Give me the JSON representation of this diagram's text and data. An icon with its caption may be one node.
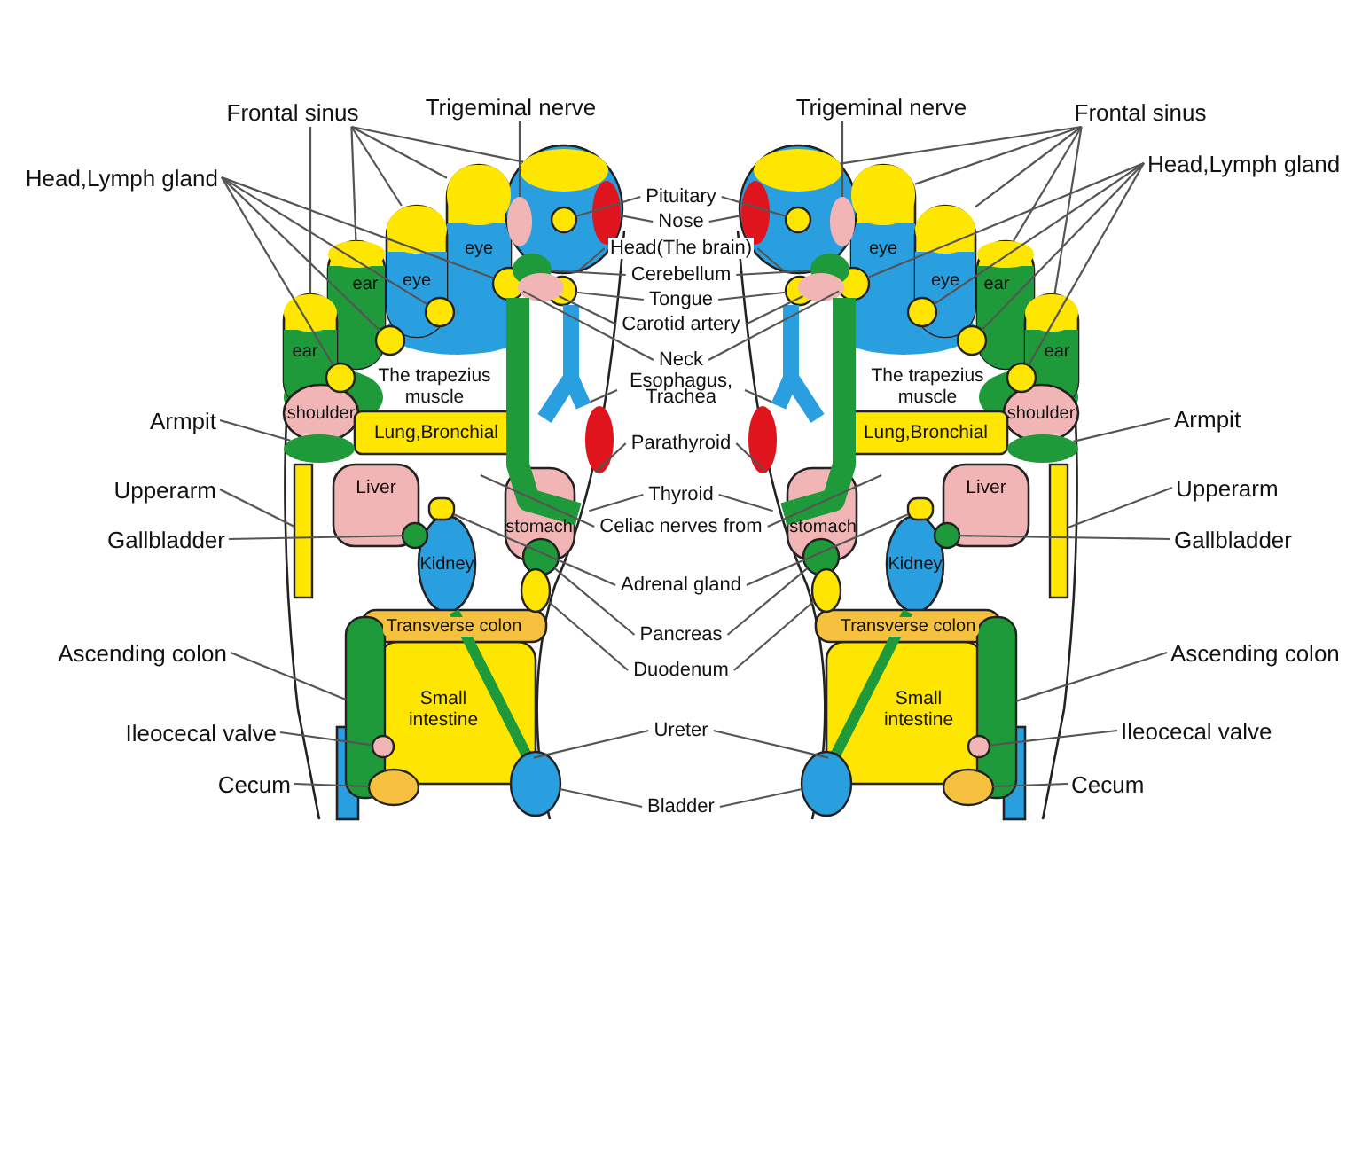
{
  "diagram": {
    "nodes": [
      {
        "text": [
          "Frontal sinus"
        ]
      },
      {
        "text": [
          "Trigeminal nerve"
        ]
      },
      {
        "text": [
          "Trigeminal nerve"
        ]
      },
      {
        "text": [
          "Frontal sinus"
        ]
      },
      {
        "text": [
          "Head,Lymph gland"
        ]
      },
      {
        "text": [
          "Head,Lymph gland"
        ]
      },
      {
        "text": [
          "Pituitary"
        ]
      },
      {
        "text": [
          "Nose"
        ]
      },
      {
        "text": [
          "Head(The brain)"
        ]
      },
      {
        "text": [
          "Cerebellum"
        ]
      },
      {
        "text": [
          "Tongue"
        ]
      },
      {
        "text": [
          "Carotid artery"
        ]
      },
      {
        "text": [
          "Neck"
        ]
      },
      {
        "text": [
          "Esophagus, Trachea"
        ]
      },
      {
        "text": [
          "Parathyroid"
        ]
      },
      {
        "text": [
          "Thyroid"
        ]
      },
      {
        "text": [
          "Celiac nerves from"
        ]
      },
      {
        "text": [
          "Adrenal gland"
        ]
      },
      {
        "text": [
          "Pancreas"
        ]
      },
      {
        "text": [
          "Duodenum"
        ]
      },
      {
        "text": [
          "Ureter"
        ]
      },
      {
        "text": [
          "Bladder"
        ]
      },
      {
        "text": [
          "Armpit"
        ]
      },
      {
        "text": [
          "Upperarm"
        ]
      },
      {
        "text": [
          "Gallbladder"
        ]
      },
      {
        "text": [
          "Ascending colon"
        ]
      },
      {
        "text": [
          "Ileocecal valve"
        ]
      },
      {
        "text": [
          "Cecum"
        ]
      },
      {
        "text": [
          "Armpit"
        ]
      },
      {
        "text": [
          "Upperarm"
        ]
      },
      {
        "text": [
          "Gallbladder"
        ]
      },
      {
        "text": [
          "Ascending colon"
        ]
      },
      {
        "text": [
          "Ileocecal valve"
        ]
      },
      {
        "text": [
          "Cecum"
        ]
      },
      {
        "text": [],
        "shape": "circle"
      },
      {
        "text": [],
        "shape": "circle",
        "in": 34
      },
      {
        "text": [],
        "shape": "box"
      },
      {
        "text": [],
        "shape": "box"
      },
      {
        "text": [],
        "shape": "box"
      },
      {
        "text": [],
        "shape": "box"
      },
      {
        "text": [],
        "shape": "circle",
        "in": 34
      },
      {
        "text": [],
        "shape": "circle",
        "in": 34
      },
      {
        "text": [],
        "shape": "circle",
        "in": 34
      },
      {
        "text": [],
        "shape": "circle"
      },
      {
        "text": [],
        "shape": "circle"
      },
      {
        "text": [],
        "shape": "circle"
      },
      {
        "text": [],
        "shape": "circle"
      },
      {
        "text": [],
        "shape": "circle"
      },
      {
        "text": [],
        "shape": "circle"
      },
      {
        "text": [],
        "shape": "circle"
      },
      {
        "text": [],
        "shape": "bar"
      },
      {
        "text": [],
        "shape": "circle"
      },
      {
        "text": [],
        "shape": "bar"
      },
      {
        "text": [],
        "shape": "box"
      },
      {
        "text": [],
        "shape": "circle"
      },
      {
        "text": [],
        "shape": "circle"
      },
      {
        "text": [],
        "shape": "bar"
      },
      {
        "text": [],
        "shape": "circle"
      },
      {
        "text": [],
        "shape": "circle"
      },
      {
        "text": [],
        "shape": "box"
      },
      {
        "text": [],
        "shape": "circle"
      },
      {
        "text": [],
        "shape": "box"
      },
      {
        "text": [],
        "shape": "circle"
      },
      {
        "text": [],
        "shape": "circle"
      },
      {
        "text": [],
        "shape": "circle"
      },
      {
        "text": [],
        "shape": "circle",
        "in": 64
      },
      {
        "text": [],
        "shape": "box"
      },
      {
        "text": [],
        "shape": "box"
      },
      {
        "text": [],
        "shape": "box"
      },
      {
        "text": [],
        "shape": "box"
      },
      {
        "text": [],
        "shape": "circle",
        "in": 64
      },
      {
        "text": [],
        "shape": "circle",
        "in": 64
      },
      {
        "text": [],
        "shape": "circle",
        "in": 64
      },
      {
        "text": [],
        "shape": "circle"
      },
      {
        "text": [],
        "shape": "circle"
      },
      {
        "text": [],
        "shape": "circle"
      },
      {
        "text": [],
        "shape": "circle"
      },
      {
        "text": [],
        "shape": "circle"
      },
      {
        "text": [],
        "shape": "circle"
      },
      {
        "text": [],
        "shape": "circle"
      },
      {
        "text": [],
        "shape": "bar"
      },
      {
        "text": [],
        "shape": "circle"
      },
      {
        "text": [],
        "shape": "bar"
      },
      {
        "text": [],
        "shape": "box"
      },
      {
        "text": [],
        "shape": "circle"
      },
      {
        "text": [],
        "shape": "circle"
      },
      {
        "text": [],
        "shape": "bar"
      },
      {
        "text": [],
        "shape": "circle"
      },
      {
        "text": [],
        "shape": "circle"
      },
      {
        "text": [],
        "shape": "box"
      },
      {
        "text": [],
        "shape": "circle"
      },
      {
        "text": [],
        "shape": "box"
      },
      {
        "text": [],
        "shape": "circle"
      },
      {
        "text": [],
        "shape": "circle"
      }
    ],
    "edges": [
      {
        "from": 0,
        "to": 35,
        "arrow": "none"
      },
      {
        "from": 0,
        "to": 36,
        "arrow": "none"
      },
      {
        "from": 0,
        "to": 37,
        "arrow": "none"
      },
      {
        "from": 0,
        "to": 38,
        "arrow": "none"
      },
      {
        "from": 0,
        "to": 39,
        "arrow": "none"
      },
      {
        "from": 1,
        "to": 40,
        "arrow": "none"
      },
      {
        "from": 2,
        "to": 70,
        "arrow": "none"
      },
      {
        "from": 3,
        "to": 65,
        "arrow": "none"
      },
      {
        "from": 3,
        "to": 66,
        "arrow": "none"
      },
      {
        "from": 3,
        "to": 67,
        "arrow": "none"
      },
      {
        "from": 3,
        "to": 68,
        "arrow": "none"
      },
      {
        "from": 3,
        "to": 69,
        "arrow": "none"
      },
      {
        "from": 4,
        "to": 43,
        "arrow": "none"
      },
      {
        "from": 4,
        "to": 44,
        "arrow": "none"
      },
      {
        "from": 4,
        "to": 45,
        "arrow": "none"
      },
      {
        "from": 4,
        "to": 46,
        "arrow": "none"
      },
      {
        "from": 5,
        "to": 73,
        "arrow": "none"
      },
      {
        "from": 5,
        "to": 74,
        "arrow": "none"
      },
      {
        "from": 5,
        "to": 75,
        "arrow": "none"
      },
      {
        "from": 5,
        "to": 76,
        "arrow": "none"
      },
      {
        "from": 6,
        "to": 41,
        "arrow": "none"
      },
      {
        "from": 6,
        "to": 71,
        "arrow": "none"
      },
      {
        "from": 7,
        "to": 42,
        "arrow": "none"
      },
      {
        "from": 7,
        "to": 72,
        "arrow": "none"
      },
      {
        "from": 8,
        "to": 34,
        "arrow": "none"
      },
      {
        "from": 8,
        "to": 64,
        "arrow": "none"
      },
      {
        "from": 9,
        "to": 47,
        "arrow": "none"
      },
      {
        "from": 9,
        "to": 77,
        "arrow": "none"
      },
      {
        "from": 10,
        "to": 48,
        "arrow": "none"
      },
      {
        "from": 10,
        "to": 78,
        "arrow": "none"
      },
      {
        "from": 11,
        "to": 49,
        "arrow": "none"
      },
      {
        "from": 11,
        "to": 79,
        "arrow": "none"
      },
      {
        "from": 12,
        "to": 43,
        "arrow": "none"
      },
      {
        "from": 12,
        "to": 73,
        "arrow": "none"
      },
      {
        "from": 13,
        "to": 50,
        "arrow": "none"
      },
      {
        "from": 13,
        "to": 80,
        "arrow": "none"
      },
      {
        "from": 14,
        "to": 51,
        "arrow": "none"
      },
      {
        "from": 14,
        "to": 81,
        "arrow": "none"
      },
      {
        "from": 15,
        "to": 52,
        "arrow": "none"
      },
      {
        "from": 15,
        "to": 82,
        "arrow": "none"
      },
      {
        "from": 16,
        "to": null,
        "arrow": "none"
      },
      {
        "from": 16,
        "to": null,
        "arrow": "none"
      },
      {
        "from": 17,
        "to": 53,
        "arrow": "none"
      },
      {
        "from": 17,
        "to": 83,
        "arrow": "none"
      },
      {
        "from": 18,
        "to": 54,
        "arrow": "none"
      },
      {
        "from": 18,
        "to": 84,
        "arrow": "none"
      },
      {
        "from": 19,
        "to": 55,
        "arrow": "none"
      },
      {
        "from": 19,
        "to": 85,
        "arrow": "none"
      },
      {
        "from": 20,
        "to": 56,
        "arrow": "none"
      },
      {
        "from": 20,
        "to": 86,
        "arrow": "none"
      },
      {
        "from": 21,
        "to": 57,
        "arrow": "none"
      },
      {
        "from": 21,
        "to": 87,
        "arrow": "none"
      },
      {
        "from": 22,
        "to": 58,
        "arrow": "none"
      },
      {
        "from": 23,
        "to": 59,
        "arrow": "none"
      },
      {
        "from": 24,
        "to": 60,
        "arrow": "none"
      },
      {
        "from": 25,
        "to": 61,
        "arrow": "none"
      },
      {
        "from": 26,
        "to": 62,
        "arrow": "none"
      },
      {
        "from": 27,
        "to": 63,
        "arrow": "none"
      },
      {
        "from": 28,
        "to": 88,
        "arrow": "none"
      },
      {
        "from": 29,
        "to": 89,
        "arrow": "none"
      },
      {
        "from": 30,
        "to": 90,
        "arrow": "none"
      },
      {
        "from": 31,
        "to": 91,
        "arrow": "none"
      },
      {
        "from": 32,
        "to": 92,
        "arrow": "none"
      },
      {
        "from": 33,
        "to": 93,
        "arrow": "none"
      }
    ],
    "labels": [
      "eye",
      "eye",
      "ear",
      "ear",
      "The trapezius muscle",
      "shoulder",
      "Lung,Bronchial",
      "Liver",
      "Kidney",
      "stomach",
      "Transverse colon",
      "Small intestine",
      "eye",
      "eye",
      "ear",
      "ear",
      "The trapezius muscle",
      "shoulder",
      "Lung,Bronchial",
      "Liver",
      "Kidney",
      "stomach",
      "Transverse colon",
      "Small intestine"
    ]
  }
}
